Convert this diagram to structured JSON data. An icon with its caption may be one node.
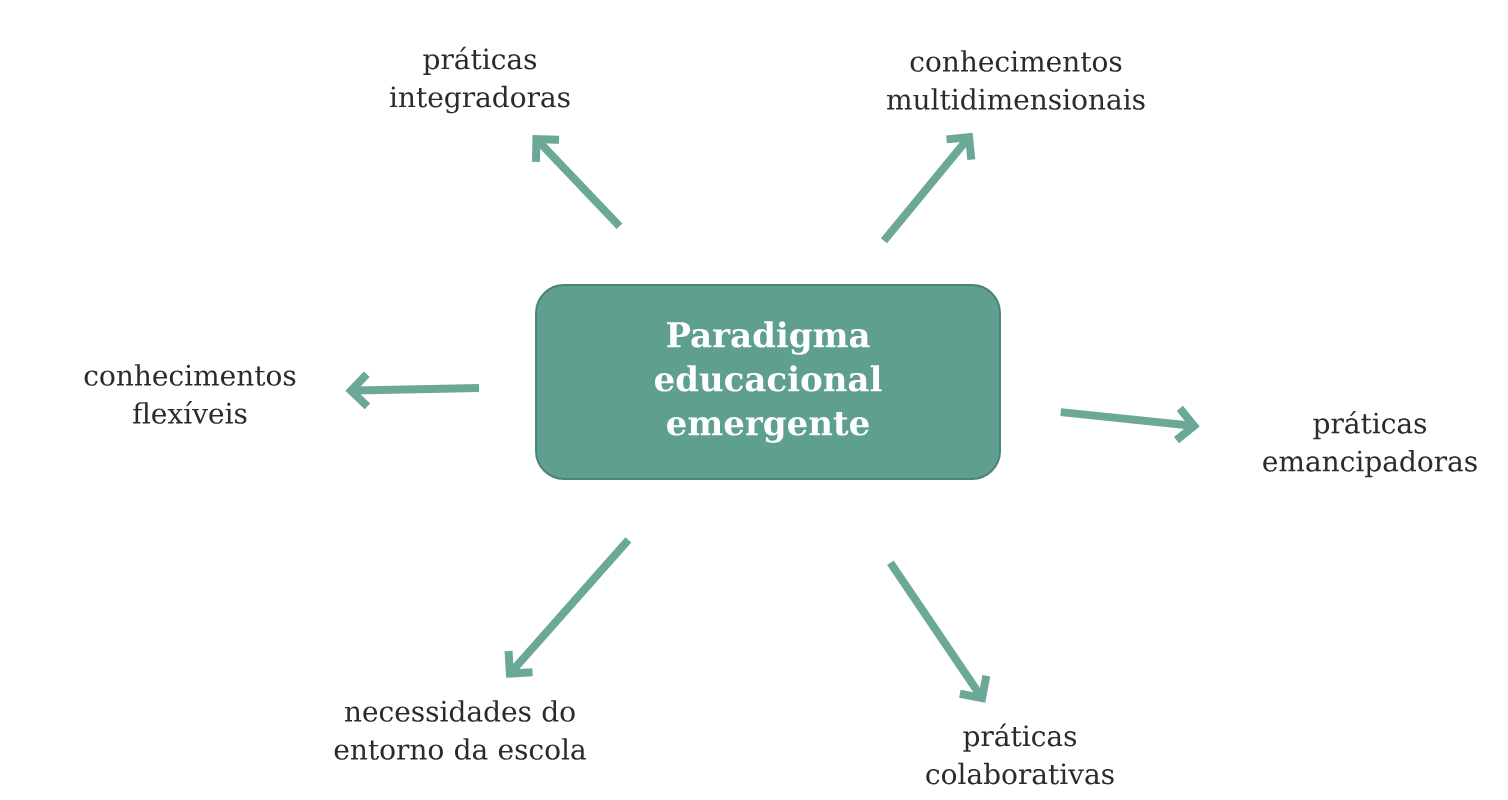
{
  "diagram": {
    "nodes": [
      {
        "text": [
          "Paradigma educacional emergente"
        ]
      },
      {
        "text": [
          "práticas integradoras"
        ]
      },
      {
        "text": [
          "conhecimentos multidimensionais"
        ]
      },
      {
        "text": [
          "conhecimentos flexíveis"
        ]
      },
      {
        "text": [
          "práticas emancipadoras"
        ]
      },
      {
        "text": [
          "necessidades do entorno da escola"
        ]
      },
      {
        "text": [
          "práticas colaborativas"
        ]
      }
    ],
    "edges": [
      {
        "from": 0,
        "to": 1,
        "arrow": "to"
      },
      {
        "from": 0,
        "to": 2,
        "arrow": "to"
      },
      {
        "from": 0,
        "to": 3,
        "arrow": "to"
      },
      {
        "from": 0,
        "to": 4,
        "arrow": "to"
      },
      {
        "from": 0,
        "to": 5,
        "arrow": "to"
      },
      {
        "from": 0,
        "to": 6,
        "arrow": "to"
      }
    ]
  }
}
